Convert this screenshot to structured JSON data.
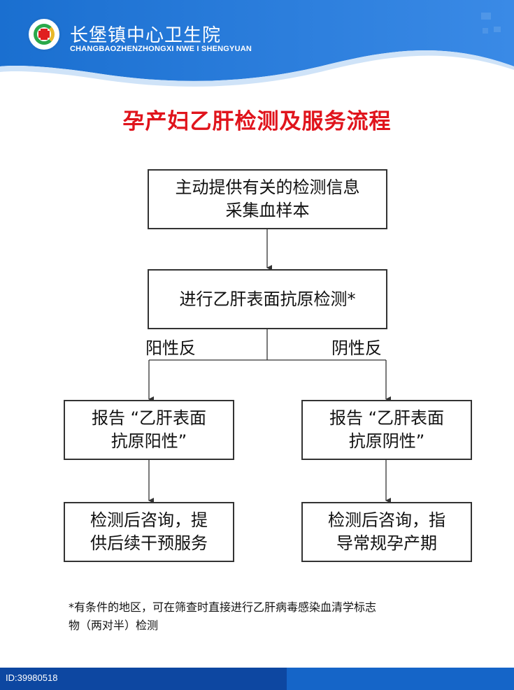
{
  "colors": {
    "header_blue": "#1d6fcc",
    "title_red": "#e0141c"
  },
  "header": {
    "name": "长堡镇中心卫生院",
    "pinyin": "CHANGBAOZHENZHONGXI NWE I SHENGYUAN",
    "logo_icon": "hospital-logo-icon"
  },
  "title": "孕产妇乙肝检测及服务流程",
  "flow": {
    "step1_line1": "主动提供有关的检测信息",
    "step1_line2": "采集血样本",
    "step2": "进行乙肝表面抗原检测*",
    "branch_left_label": "阳性反",
    "branch_right_label": "阴性反",
    "left_report_line1": "报告 “乙肝表面",
    "left_report_line2": "抗原阳性”",
    "right_report_line1": "报告 “乙肝表面",
    "right_report_line2": "抗原阴性”",
    "left_service_line1": "检测后咨询，提",
    "left_service_line2": "供后续干预服务",
    "right_service_line1": "检测后咨询，指",
    "right_service_line2": "导常规孕产期"
  },
  "note": {
    "line1": "*有条件的地区，可在筛查时直接进行乙肝病毒感染血清学标志",
    "line2": "物（两对半）检测"
  },
  "watermark": "ID:39980518"
}
